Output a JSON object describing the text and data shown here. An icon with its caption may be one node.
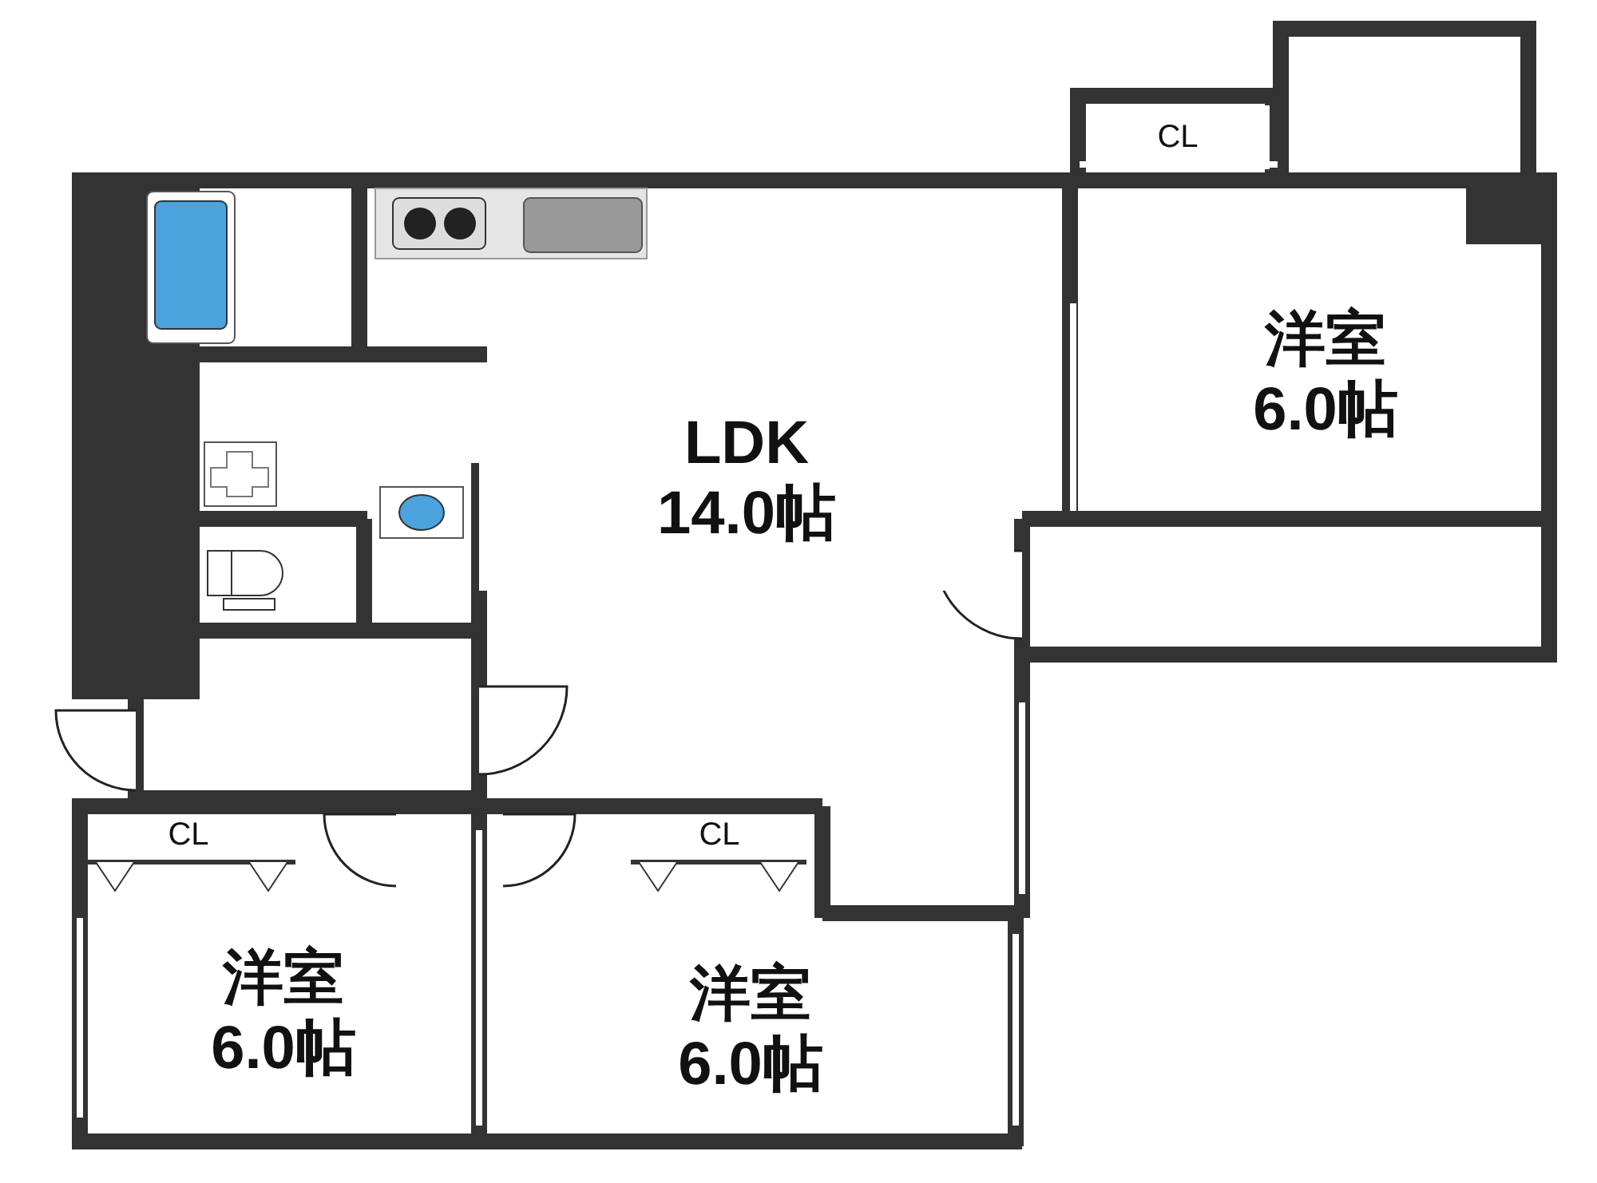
{
  "diagram": {
    "nodes": [
      {
        "text": [
          "LDK",
          "14.0帖"
        ]
      },
      {
        "text": [
          "洋室",
          "6.0帖"
        ]
      },
      {
        "text": [
          "CL"
        ]
      },
      {
        "text": [
          "CL"
        ]
      },
      {
        "text": [
          "洋室",
          "6.0帖"
        ]
      },
      {
        "text": [
          "CL"
        ]
      },
      {
        "text": [
          "洋室",
          "6.0帖"
        ]
      }
    ]
  }
}
